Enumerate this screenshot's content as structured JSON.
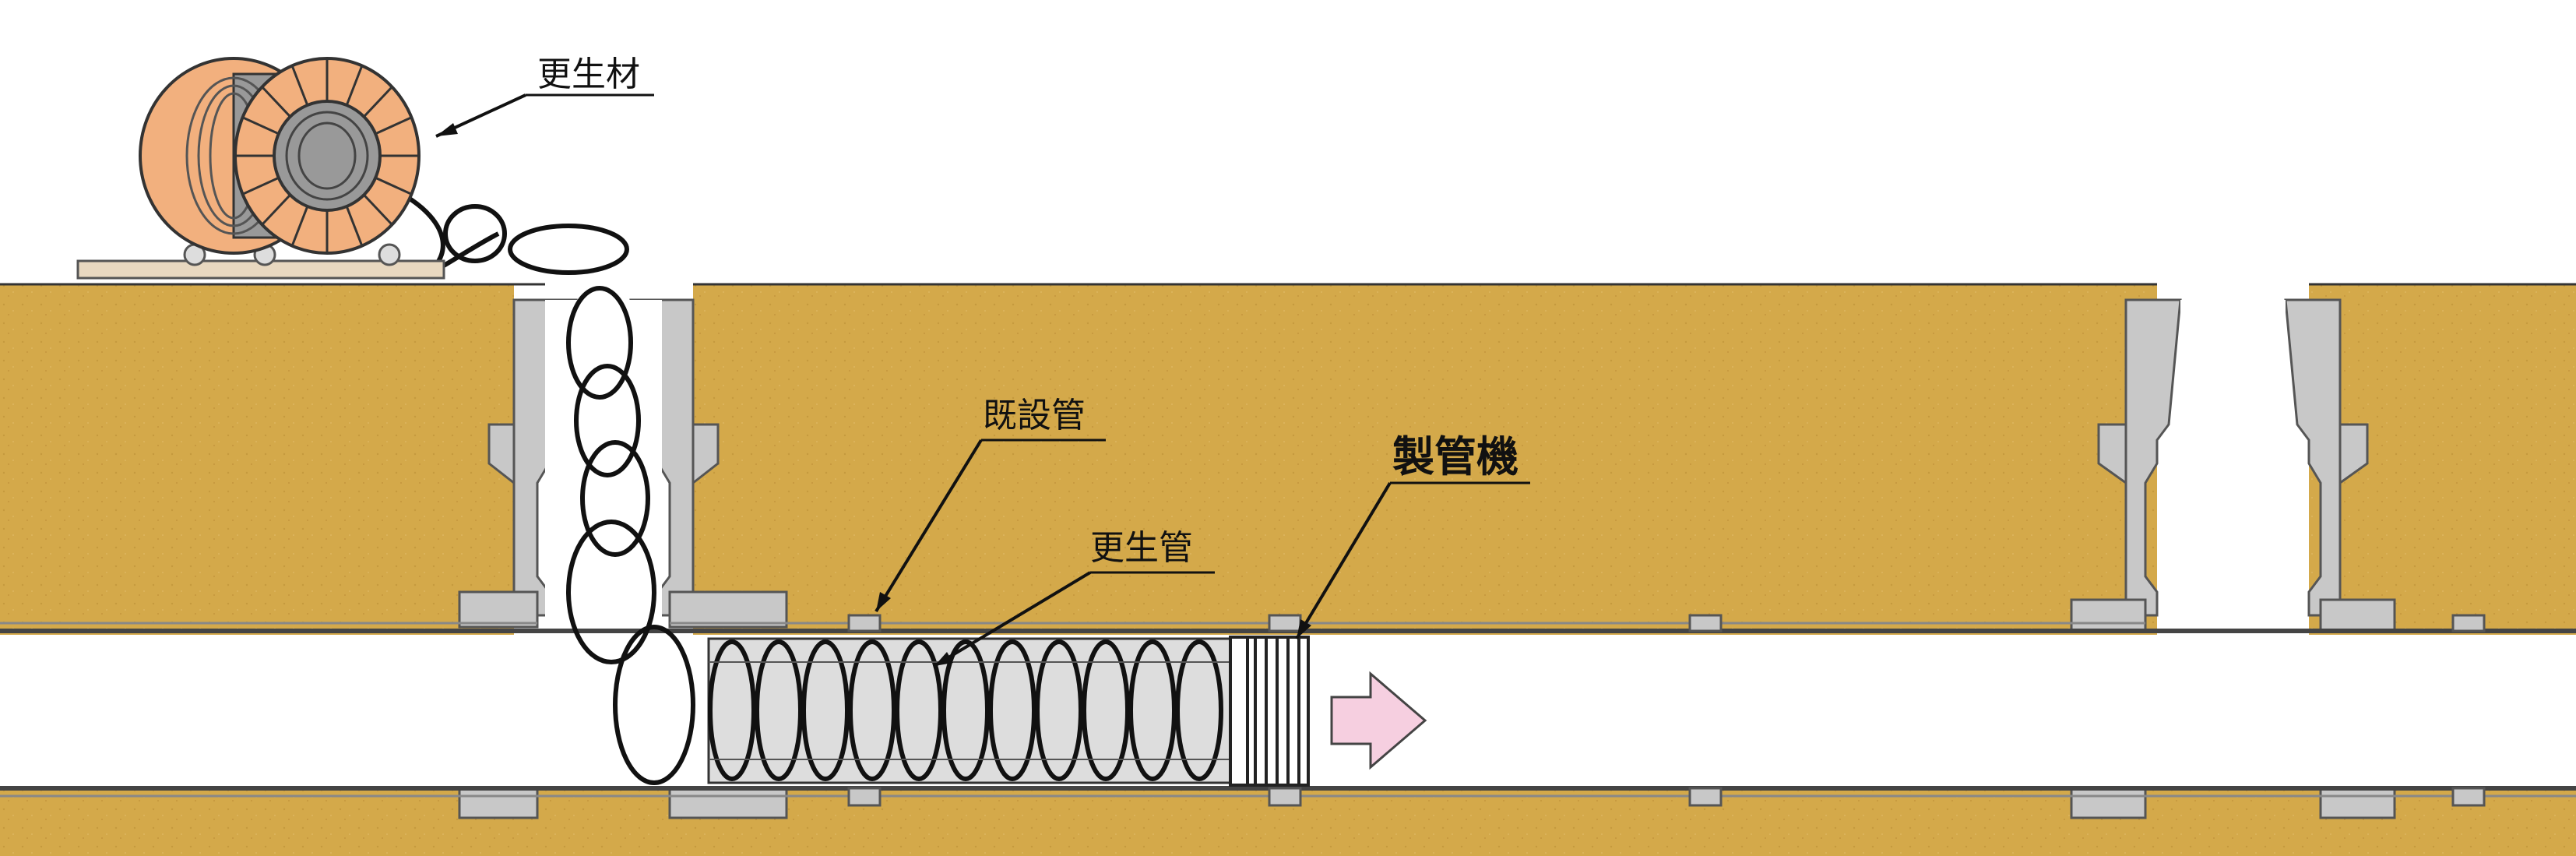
{
  "labels": {
    "rehab_material": "更生材",
    "existing_pipe": "既設管",
    "rehab_pipe": "更生管",
    "pipe_machine": "製管機"
  },
  "colors": {
    "soil": "#d4a94a",
    "soil_dark": "#b8893a",
    "manhole": "#c8c8c8",
    "reel": "#f2b07e",
    "coil": "#888888",
    "arrow": "#f6cfe0"
  }
}
